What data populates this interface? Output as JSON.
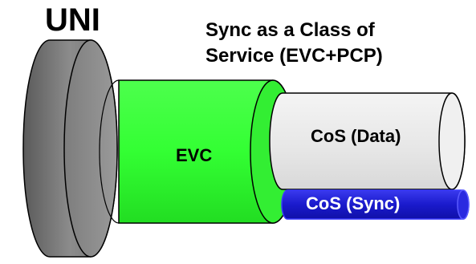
{
  "diagram": {
    "uni_label": "UNI",
    "title_line1": "Sync as a Class of",
    "title_line2": "Service (EVC+PCP)",
    "evc_label": "EVC",
    "cos_data_label": "CoS (Data)",
    "cos_sync_label": "CoS (Sync)"
  },
  "colors": {
    "uni_fill": "#808080",
    "evc_fill": "#33ff33",
    "cos_data_fill": "#e8e8e8",
    "cos_sync_fill": "#1a1acc",
    "outline": "#000000"
  }
}
